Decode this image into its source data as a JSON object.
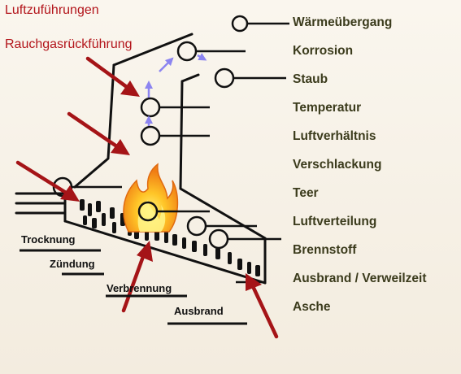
{
  "titles": {
    "air_supply": "Luftzuführungen",
    "flue_gas_recirculation": "Rauchgasrückführung"
  },
  "factors": [
    "Wärmeübergang",
    "Korrosion",
    "Staub",
    "Temperatur",
    "Luftverhältnis",
    "Verschlackung",
    "Teer",
    "Luftverteilung",
    "Brennstoff",
    "Ausbrand / Verweilzeit",
    "Asche"
  ],
  "zones": {
    "drying": "Trocknung",
    "ignition": "Zündung",
    "combustion": "Verbrennung",
    "burnout": "Ausbrand"
  },
  "colors": {
    "title_red": "#b3151b",
    "arrow_red": "#a51417",
    "factor_text": "#3b3b1c",
    "flow_arrow": "#8c84f0",
    "flame_orange": "#f08a1c",
    "flame_yellow": "#ffd23a"
  },
  "icons": [
    "flame-icon",
    "fuel-bed",
    "air-inlet-arrow",
    "flue-gas-flow-arrow",
    "measurement-point-circle"
  ]
}
